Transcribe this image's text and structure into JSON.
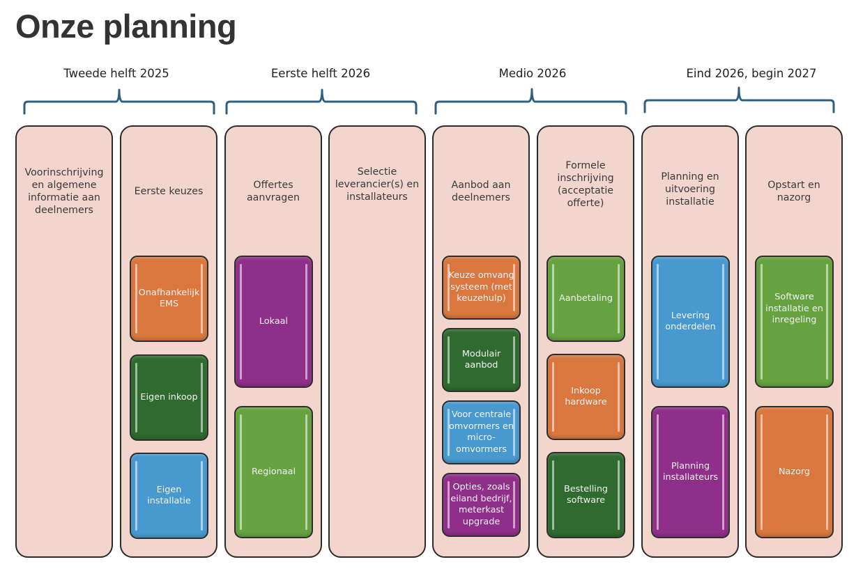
{
  "title": "Onze planning",
  "bracket_color": "#2f5f80",
  "periods": [
    {
      "label": "Tweede helft 2025"
    },
    {
      "label": "Eerste helft 2026"
    },
    {
      "label": "Medio 2026"
    },
    {
      "label": "Eind 2026, begin 2027"
    }
  ],
  "columns": [
    {
      "heading": "Voorinschrijving en algemene informatie aan deelnemers",
      "items": []
    },
    {
      "heading": "Eerste keuzes",
      "items": [
        {
          "label": "Onafhankelijk EMS",
          "color": "orange"
        },
        {
          "label": "Eigen inkoop",
          "color": "dark-green"
        },
        {
          "label": "Eigen installatie",
          "color": "blue"
        }
      ]
    },
    {
      "heading": "Offertes aanvragen",
      "items": [
        {
          "label": "Lokaal",
          "color": "purple"
        },
        {
          "label": "Regionaal",
          "color": "green"
        }
      ]
    },
    {
      "heading": "Selectie leverancier(s) en installateurs",
      "items": []
    },
    {
      "heading": "Aanbod aan deelnemers",
      "items": [
        {
          "label": "Keuze omvang systeem (met keuzehulp)",
          "color": "orange"
        },
        {
          "label": "Modulair aanbod",
          "color": "dark-green"
        },
        {
          "label": "Voor centrale omvormers en micro-omvormers",
          "color": "blue"
        },
        {
          "label": "Opties, zoals eiland bedrijf, meterkast upgrade",
          "color": "purple"
        }
      ]
    },
    {
      "heading": "Formele inschrijving (acceptatie offerte)",
      "items": [
        {
          "label": "Aanbetaling",
          "color": "green"
        },
        {
          "label": "Inkoop hardware",
          "color": "orange"
        },
        {
          "label": "Bestelling software",
          "color": "dark-green"
        }
      ]
    },
    {
      "heading": "Planning en uitvoering installatie",
      "items": [
        {
          "label": "Levering onderdelen",
          "color": "blue"
        },
        {
          "label": "Planning installateurs",
          "color": "purple"
        }
      ]
    },
    {
      "heading": "Opstart en nazorg",
      "items": [
        {
          "label": "Software installatie en inregeling",
          "color": "green"
        },
        {
          "label": "Nazorg",
          "color": "orange"
        }
      ]
    }
  ],
  "colors": {
    "orange": "#d9773f",
    "dark-green": "#2f6b2e",
    "blue": "#4799cf",
    "purple": "#902f8a",
    "green": "#66a23f",
    "column-fill": "#f2d5cc"
  }
}
